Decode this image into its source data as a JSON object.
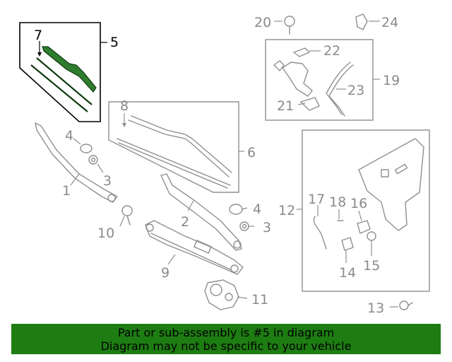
{
  "diagram": {
    "callouts": {
      "c1": "1",
      "c2": "2",
      "c3a": "3",
      "c3b": "3",
      "c4a": "4",
      "c4b": "4",
      "c5": "5",
      "c6": "6",
      "c7": "7",
      "c8": "8",
      "c9": "9",
      "c10": "10",
      "c11": "11",
      "c12": "12",
      "c13": "13",
      "c14": "14",
      "c15": "15",
      "c16": "16",
      "c17": "17",
      "c18": "18",
      "c19": "19",
      "c20": "20",
      "c21": "21",
      "c22": "22",
      "c23": "23",
      "c24": "24"
    },
    "highlight_part": "5",
    "colors": {
      "highlight": "#2e7d2e",
      "line": "#8f8f8f",
      "banner": "#1e7d12"
    }
  },
  "banner": {
    "line1": "Part or sub-assembly is #5 in diagram",
    "line2": "Diagram may not be specific to your vehicle"
  }
}
